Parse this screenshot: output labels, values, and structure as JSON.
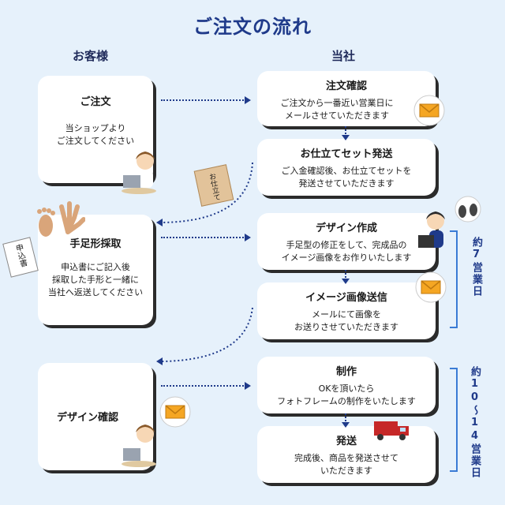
{
  "title": "ご注文の流れ",
  "columns": {
    "customer": "お客様",
    "company": "当社"
  },
  "customer_steps": [
    {
      "heading": "ご注文",
      "body": "当ショップより\nご注文してください"
    },
    {
      "heading": "手足形採取",
      "body": "申込書にご記入後\n採取した手形と一緒に\n当社へ返送してください"
    },
    {
      "heading": "デザイン確認",
      "body": ""
    }
  ],
  "company_steps": [
    {
      "heading": "注文確認",
      "body": "ご注文から一番近い営業日に\nメールさせていただきます"
    },
    {
      "heading": "お仕立てセット発送",
      "body": "ご入金確認後、お仕立てセットを\n発送させていただきます"
    },
    {
      "heading": "デザイン作成",
      "body": "手足型の修正をして、完成品の\nイメージ画像をお作りいたします"
    },
    {
      "heading": "イメージ画像送信",
      "body": "メールにて画像を\nお送りさせていただきます"
    },
    {
      "heading": "制作",
      "body": "OKを頂いたら\nフォトフレームの制作をいたします"
    },
    {
      "heading": "発送",
      "body": "完成後、商品を発送させて\nいただきます"
    }
  ],
  "durations": {
    "design": "約7営業日",
    "production": "約10〜14営業日"
  },
  "stickers": {
    "kit_label": "お仕立て",
    "form_label": "申込書"
  },
  "colors": {
    "accent": "#1f3a8a",
    "bracket": "#3a7bd5",
    "bg": "#e6f1fb",
    "truck": "#c62828",
    "envelope": "#f5a623"
  }
}
